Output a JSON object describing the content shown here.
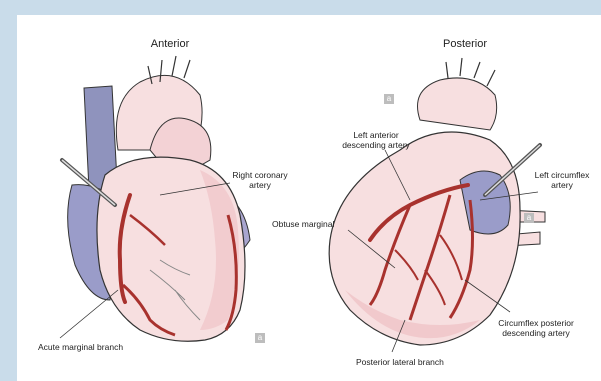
{
  "headings": {
    "anterior": "Anterior",
    "posterior": "Posterior"
  },
  "labels": {
    "right_coronary": [
      "Right coronary",
      "artery"
    ],
    "acute_marginal": "Acute marginal branch",
    "lad": [
      "Left anterior",
      "descending artery"
    ],
    "left_circumflex": [
      "Left circumflex",
      "artery"
    ],
    "obtuse_marginal": "Obtuse marginal",
    "circumflex_posterior": [
      "Circumflex posterior",
      "descending artery"
    ],
    "posterior_lateral": "Posterior lateral branch"
  },
  "watermark": "a",
  "colors": {
    "background": "#c9dcea",
    "heart_fill": "#f7dfe0",
    "heart_shadow": "#efc3c7",
    "vein": "#8f93bd",
    "vessel": "#a8322e",
    "outline": "#333333"
  }
}
